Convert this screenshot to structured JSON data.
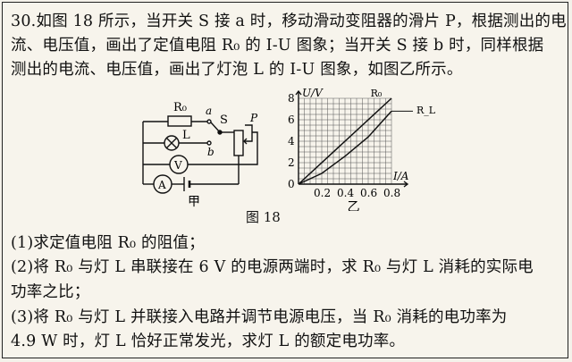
{
  "problem": {
    "lines": [
      "30.如图 18 所示，当开关 S 接 a 时，移动滑动变阻器的滑片 P，根据测出的电",
      "流、电压值，画出了定值电阻 R₀ 的 I-U 图象；当开关 S 接 b 时，同样根据",
      "测出的电流、电压值，画出了灯泡 L 的 I-U 图象，如图乙所示。"
    ],
    "questions": [
      "(1)求定值电阻 R₀ 的阻值；",
      "(2)将 R₀ 与灯 L 串联接在 6 V 的电源两端时，求 R₀ 与灯 L 消耗的实际电",
      "功率之比；",
      "(3)将 R₀ 与灯 L 并联接入电路并调节电源电压，当 R₀ 消耗的电功率为",
      "4.9 W 时，灯 L 恰好正常发光，求灯 L 的额定电功率。"
    ]
  },
  "figure": {
    "caption": "图 18",
    "circuit": {
      "label": "甲",
      "r0": "R₀",
      "a": "a",
      "s": "S",
      "l": "L",
      "b": "b",
      "p": "P",
      "v": "V",
      "amm": "A"
    },
    "graph_label": "乙",
    "chart_data": {
      "type": "line",
      "xlabel": "I/A",
      "ylabel": "U/V",
      "x_ticks": [
        "0.2",
        "0.4",
        "0.6",
        "0.8"
      ],
      "y_ticks": [
        "0",
        "2",
        "4",
        "6",
        "8"
      ],
      "xlim": [
        0,
        0.8
      ],
      "ylim": [
        0,
        8
      ],
      "series": [
        {
          "name": "R₀",
          "points": [
            [
              0,
              0
            ],
            [
              0.8,
              8
            ]
          ]
        },
        {
          "name": "R_L",
          "points": [
            [
              0,
              0
            ],
            [
              0.2,
              1
            ],
            [
              0.4,
              2.6
            ],
            [
              0.6,
              4.4
            ],
            [
              0.8,
              6.8
            ]
          ]
        }
      ]
    }
  }
}
